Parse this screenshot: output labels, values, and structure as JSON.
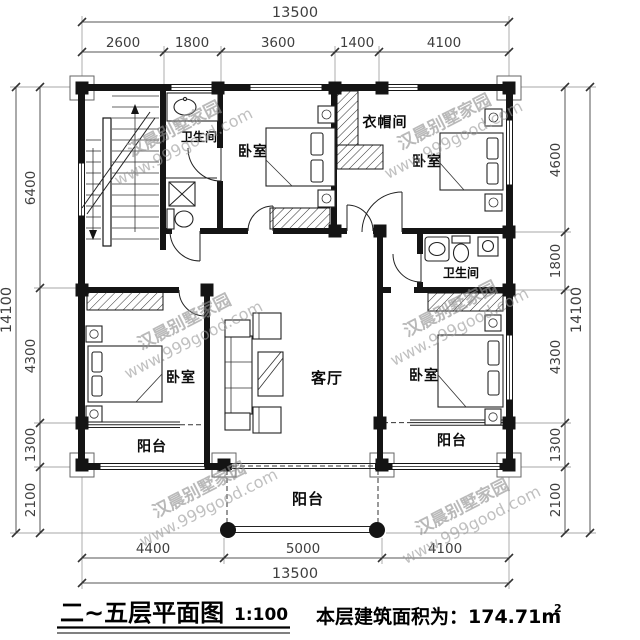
{
  "drawing": {
    "title": "二~五层平面图",
    "scale": "1:100",
    "area_text": "本层建筑面积为：174.71m",
    "area_sup": "2"
  },
  "watermark": {
    "line1": "汉晨别墅家园",
    "line2": "www.999good.com"
  },
  "rooms": {
    "bath_top": "卫生间",
    "bedroom_top": "卧室",
    "cloakroom": "衣帽间",
    "bedroom_right_top": "卧室",
    "bath_right": "卫生间",
    "bedroom_right_bottom": "卧室",
    "bedroom_left_bottom": "卧室",
    "living": "客厅",
    "balcony_left": "阳台",
    "balcony_right": "阳台",
    "balcony_center": "阳台"
  },
  "dims": {
    "top_total": "13500",
    "top_segments": [
      "2600",
      "1800",
      "3600",
      "1400",
      "4100"
    ],
    "left_total": "14100",
    "left_segments": [
      "6400",
      "4300",
      "1300",
      "2100"
    ],
    "right_total": "14100",
    "right_segments": [
      "4600",
      "1800",
      "4300",
      "1300",
      "2100"
    ],
    "bottom_total": "13500",
    "bottom_segments": [
      "4400",
      "5000",
      "4100"
    ]
  }
}
